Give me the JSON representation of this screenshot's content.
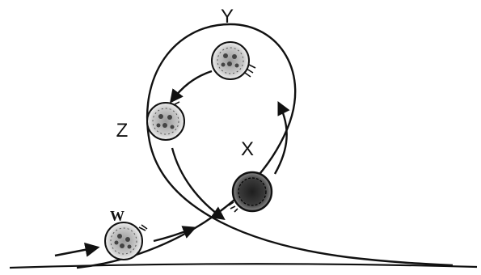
{
  "labels": {
    "y": "Y",
    "z": "Z",
    "x": "X",
    "w": "W"
  },
  "colors": {
    "ink": "#111111",
    "background": "#ffffff"
  }
}
